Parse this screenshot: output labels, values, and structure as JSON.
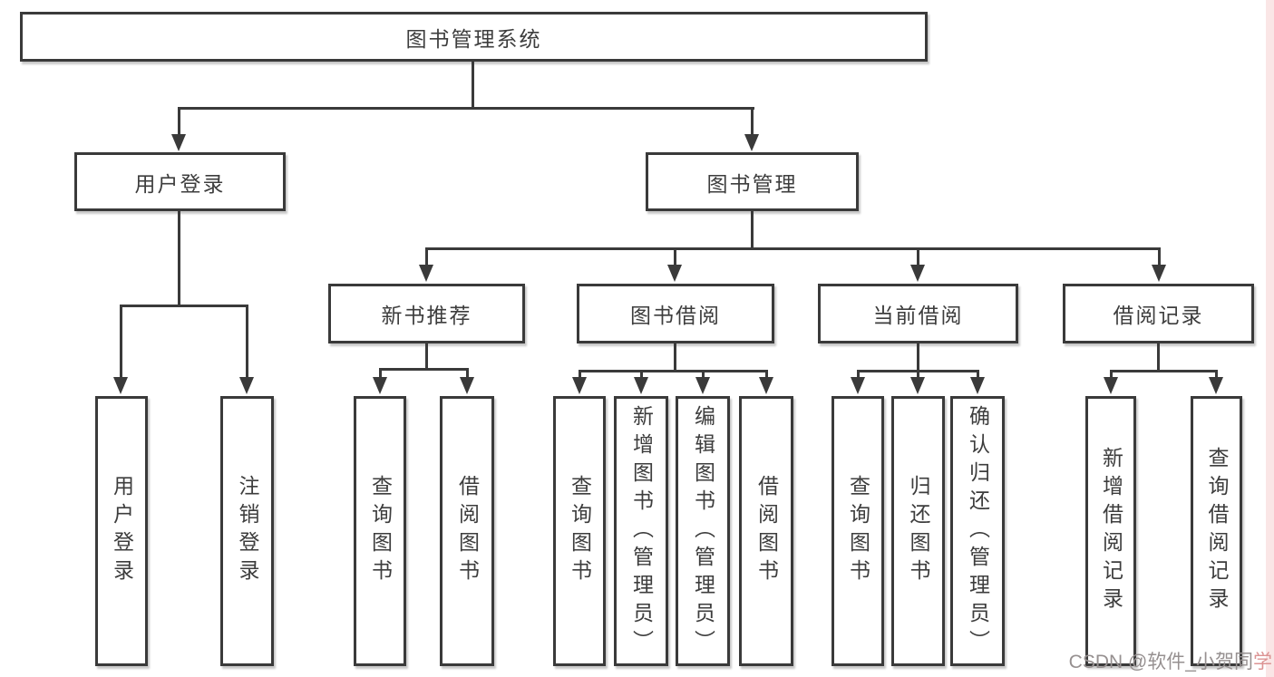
{
  "diagram": {
    "root": {
      "label": "图书管理系统"
    },
    "branches": [
      {
        "label": "用户登录",
        "children": [
          {
            "label": "用户登录"
          },
          {
            "label": "注销登录"
          }
        ]
      },
      {
        "label": "图书管理",
        "children": [
          {
            "label": "新书推荐",
            "children": [
              {
                "label": "查询图书"
              },
              {
                "label": "借阅图书"
              }
            ]
          },
          {
            "label": "图书借阅",
            "children": [
              {
                "label": "查询图书"
              },
              {
                "label": "新增图书（管理员）"
              },
              {
                "label": "编辑图书（管理员）"
              },
              {
                "label": "借阅图书"
              }
            ]
          },
          {
            "label": "当前借阅",
            "children": [
              {
                "label": "查询图书"
              },
              {
                "label": "归还图书"
              },
              {
                "label": "确认归还（管理员）"
              }
            ]
          },
          {
            "label": "借阅记录",
            "children": [
              {
                "label": "新增借阅记录"
              },
              {
                "label": "查询借阅记录"
              }
            ]
          }
        ]
      }
    ]
  },
  "watermark": {
    "text": "CSDN @软件_小贺同学",
    "part1": "CSDN @软件_小贺同",
    "part2": "学"
  },
  "colors": {
    "line": "#3a3a3a",
    "text": "#3d3d3d",
    "watermark_gray": "#969090",
    "watermark_pink": "#dc9393"
  }
}
